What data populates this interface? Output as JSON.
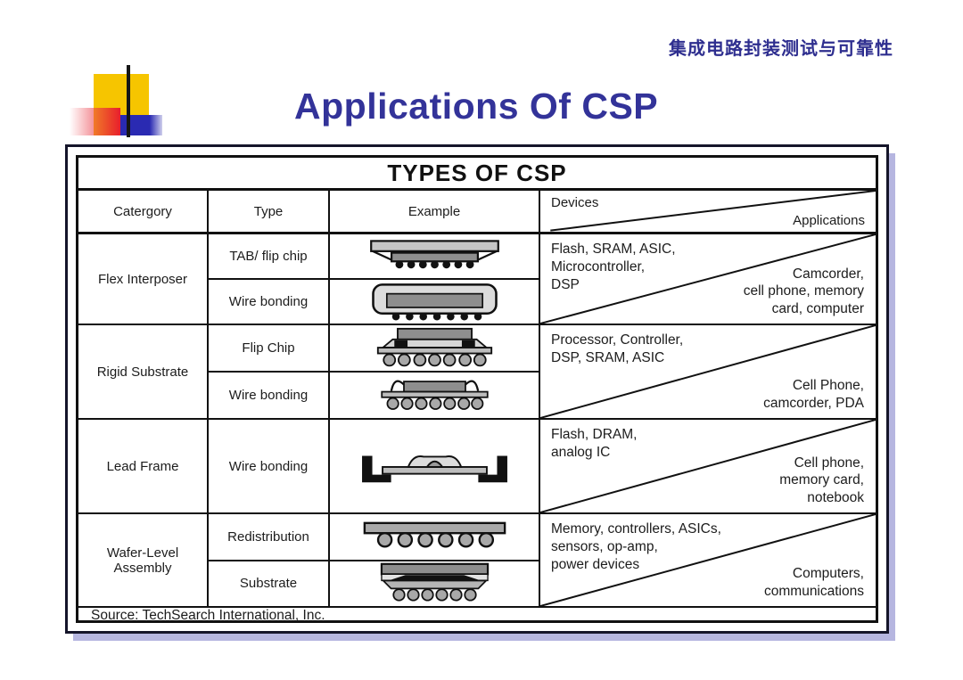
{
  "page": {
    "course_header": "集成电路封装测试与可靠性",
    "title": "Applications Of CSP"
  },
  "colors": {
    "title_blue": "#333399",
    "course_header_blue": "#2e2e8f",
    "deco_yellow": "#f6c500",
    "deco_red": "#e81e2c",
    "deco_blue": "#2a2ab2",
    "frame_shadow": "#b6b6e0",
    "table_line": "#111111"
  },
  "table": {
    "title": "TYPES OF CSP",
    "headers": {
      "category": "Catergory",
      "type": "Type",
      "example": "Example",
      "devices": "Devices",
      "applications": "Applications"
    },
    "rows": [
      {
        "category": "Flex Interposer",
        "types": [
          "TAB/ flip chip",
          "Wire bonding"
        ],
        "diagrams": [
          "tab-flip-chip-package",
          "wire-bonding-flex-package"
        ],
        "devices": "Flash, SRAM, ASIC,\nMicrocontroller,\nDSP",
        "applications": "Camcorder,\ncell phone, memory\ncard, computer"
      },
      {
        "category": "Rigid Substrate",
        "types": [
          "Flip Chip",
          "Wire bonding"
        ],
        "diagrams": [
          "flip-chip-rigid-package",
          "wire-bonding-rigid-package"
        ],
        "devices": "Processor, Controller,\nDSP, SRAM, ASIC",
        "applications": "Cell Phone,\ncamcorder, PDA"
      },
      {
        "category": "Lead Frame",
        "types": [
          "Wire bonding"
        ],
        "diagrams": [
          "lead-frame-package"
        ],
        "devices": "Flash, DRAM,\nanalog IC",
        "applications": "Cell phone,\nmemory card,\nnotebook"
      },
      {
        "category": "Wafer-Level\nAssembly",
        "types": [
          "Redistribution",
          "Substrate"
        ],
        "diagrams": [
          "redistribution-package",
          "substrate-wafer-level-package"
        ],
        "devices": "Memory, controllers, ASICs,\nsensors, op-amp,\npower devices",
        "applications": "Computers,\ncommunications"
      }
    ],
    "source": "Source: TechSearch International, Inc."
  }
}
